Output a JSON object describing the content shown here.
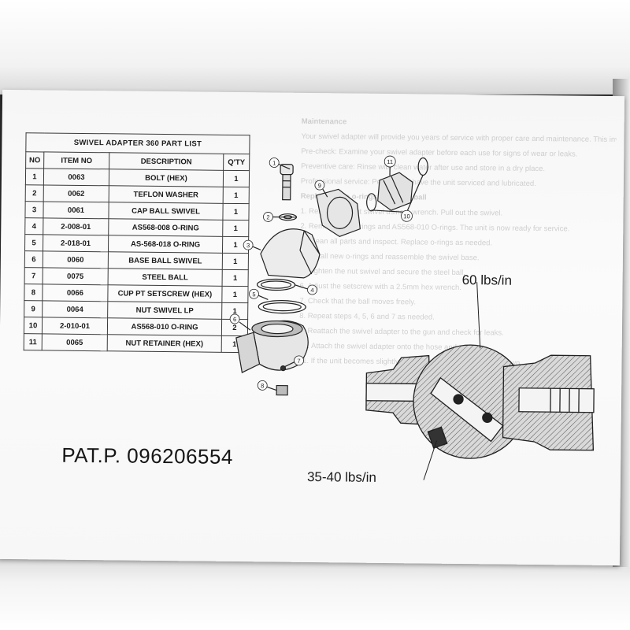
{
  "parts_list": {
    "title": "SWIVEL ADAPTER 360 PART LIST",
    "columns": [
      "NO",
      "ITEM NO",
      "DESCRIPTION",
      "Q'TY"
    ],
    "rows": [
      {
        "no": "1",
        "item": "0063",
        "desc": "BOLT (HEX)",
        "qty": "1"
      },
      {
        "no": "2",
        "item": "0062",
        "desc": "TEFLON WASHER",
        "qty": "1"
      },
      {
        "no": "3",
        "item": "0061",
        "desc": "CAP BALL SWIVEL",
        "qty": "1"
      },
      {
        "no": "4",
        "item": "2-008-01",
        "desc": "AS568-008  O-RING",
        "qty": "1"
      },
      {
        "no": "5",
        "item": "2-018-01",
        "desc": "AS-568-018  O-RING",
        "qty": "1"
      },
      {
        "no": "6",
        "item": "0060",
        "desc": "BASE BALL SWIVEL",
        "qty": "1"
      },
      {
        "no": "7",
        "item": "0075",
        "desc": "STEEL BALL",
        "qty": "1"
      },
      {
        "no": "8",
        "item": "0066",
        "desc": "CUP PT SETSCREW (HEX)",
        "qty": "1"
      },
      {
        "no": "9",
        "item": "0064",
        "desc": "NUT SWIVEL LP",
        "qty": "1"
      },
      {
        "no": "10",
        "item": "2-010-01",
        "desc": "AS568-010  O-RING",
        "qty": "2"
      },
      {
        "no": "11",
        "item": "0065",
        "desc": "NUT RETAINER (HEX)",
        "qty": "1"
      }
    ]
  },
  "patent_text": "PAT.P. 096206554",
  "torque": {
    "upper": "60 lbs/in",
    "lower": "35-40 lbs/in"
  },
  "callouts": {
    "c1": "1",
    "c2": "2",
    "c3": "3",
    "c4": "4",
    "c5": "5",
    "c6": "6",
    "c7": "7",
    "c8": "8",
    "c9": "9",
    "c10": "10",
    "c11": "11"
  },
  "bleed_through_text": {
    "heading1": "Maintenance",
    "line1": "Your swivel adapter will provide you years of service with proper care and maintenance. This involves periodic check and maintenance.",
    "line2": "Pre-check: Examine your swivel adapter before each use for signs of wear or leaks.",
    "line3": "Preventive care: Rinse with clean water after use and store in a dry place.",
    "line4": "Professional service: Periodically have the unit serviced and lubricated.",
    "heading2": "Replacing the o-rings and steel ball",
    "step1": "1. Remove the nut swivel using a wrench. Pull out the swivel.",
    "step2": "2. Remove the O-rings and AS568-010 O-rings. The unit is now ready for service.",
    "step3": "3. Clean all parts and inspect. Replace o-rings as needed.",
    "step4": "4. Install new o-rings and reassemble the swivel base.",
    "step5": "5. Tighten the nut swivel and secure the steel ball.",
    "step6": "6. Adjust the setscrew with a 2.5mm hex wrench.",
    "step7": "7. Check that the ball moves freely.",
    "step8": "8. Repeat steps 4, 5, 6 and 7 as needed.",
    "step9": "9. Reattach the swivel adapter to the gun and check for leaks.",
    "step10": "10. Attach the swivel adapter onto the hose and operate.",
    "step11": "11. If the unit becomes slightly loose, retighten to the torque shown."
  }
}
